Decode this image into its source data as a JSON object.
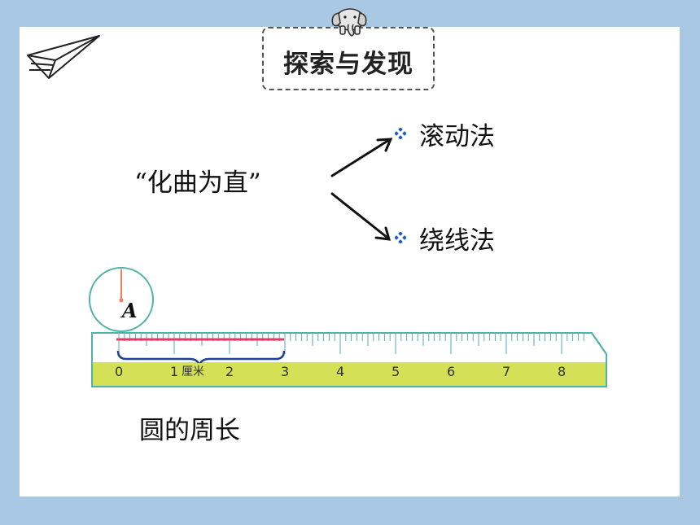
{
  "header": {
    "title": "探索与发现",
    "mascot_icon": "elephant-icon",
    "decor_icon": "paper-plane-icon"
  },
  "concept": {
    "phrase": "“化曲为直”"
  },
  "methods": [
    {
      "label": "滚动法",
      "bullet_icon": "diamond-bullet-icon"
    },
    {
      "label": "绕线法",
      "bullet_icon": "diamond-bullet-icon"
    }
  ],
  "figure": {
    "point_label": "A",
    "ruler_numbers": [
      "0",
      "1",
      "2",
      "3",
      "4",
      "5",
      "6",
      "7",
      "8"
    ],
    "unit_label": "厘米",
    "colors": {
      "ruler_fill": "#d4e157",
      "ruler_edge": "#4fb3a5",
      "measure_line": "#e53967",
      "marker": "#f08060"
    }
  },
  "caption": "圆的周长"
}
